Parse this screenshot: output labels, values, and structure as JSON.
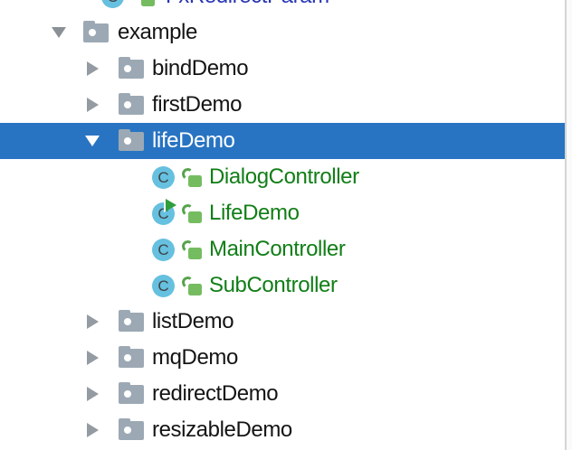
{
  "panel": {
    "name": "project-tree-panel"
  },
  "tree": {
    "class_letter": "C",
    "rows": [
      {
        "label": "FxRedirectParam",
        "type": "class",
        "text_color": "blue",
        "note": "partially cut off at top"
      },
      {
        "label": "example",
        "type": "folder",
        "state": "expanded",
        "selected": false
      },
      {
        "label": "bindDemo",
        "type": "folder",
        "state": "collapsed",
        "selected": false
      },
      {
        "label": "firstDemo",
        "type": "folder",
        "state": "collapsed",
        "selected": false
      },
      {
        "label": "lifeDemo",
        "type": "folder",
        "state": "expanded",
        "selected": true
      },
      {
        "label": "DialogController",
        "type": "class",
        "text_color": "green"
      },
      {
        "label": "LifeDemo",
        "type": "class",
        "text_color": "green",
        "runnable": true
      },
      {
        "label": "MainController",
        "type": "class",
        "text_color": "green"
      },
      {
        "label": "SubController",
        "type": "class",
        "text_color": "green"
      },
      {
        "label": "listDemo",
        "type": "folder",
        "state": "collapsed",
        "selected": false
      },
      {
        "label": "mqDemo",
        "type": "folder",
        "state": "collapsed",
        "selected": false
      },
      {
        "label": "redirectDemo",
        "type": "folder",
        "state": "collapsed",
        "selected": false
      },
      {
        "label": "resizableDemo",
        "type": "folder",
        "state": "collapsed",
        "selected": false
      }
    ],
    "colors": {
      "selection_background": "#2874C2",
      "selected_text": "#FFFFFF",
      "folder_text": "#141414",
      "class_text_green": "#117E17",
      "class_text_blue": "#2836B4",
      "class_icon_fill": "#66C0DF",
      "class_letter_color": "#3E4347",
      "lock_body_green": "#75BC60",
      "lock_shackle_green": "#57A34B",
      "run_arrow_green": "#2F9E3C",
      "folder_icon_gray": "#9CA9B4",
      "chevron_gray": "#949BA2",
      "divider_gray": "#D5D5D5"
    }
  }
}
